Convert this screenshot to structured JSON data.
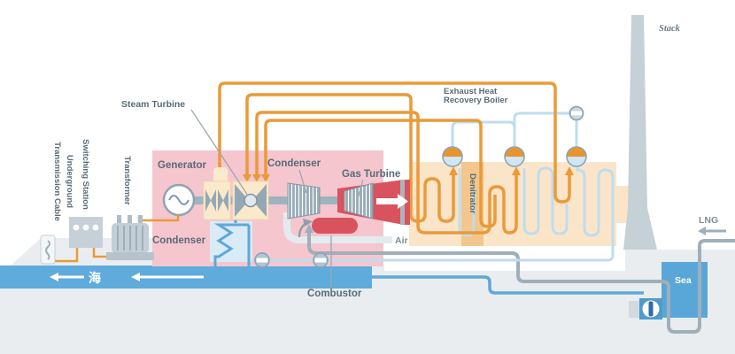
{
  "diagram": {
    "title": "LNG combined-cycle power plant schematic",
    "labels": {
      "steam_turbine": "Steam Turbine",
      "generator": "Generator",
      "condenser_main": "Condenser",
      "condenser_compressor": "Condenser",
      "gas_turbine": "Gas Turbine",
      "combustor": "Combustor",
      "air": "Air",
      "exhaust_line1": "Exhaust Heat",
      "exhaust_line2": "Recovery Boiler",
      "denitrator": "Denitrator",
      "stack": "Stack",
      "lng": "LNG",
      "sea": "Sea",
      "sea_jp": "海",
      "underground_line1": "Underground",
      "underground_line2": "Transmission Cable",
      "switching_station": "Switching Station",
      "transformer": "Transformer"
    },
    "colors": {
      "steam_pipe_orange": "#EB9A38",
      "water_pipe_light_blue": "#BFDCEF",
      "cooling_pipe_blue": "#5FA8D8",
      "sea_blue": "#5FABDC",
      "lng_pipe_gray": "#9FAFBA",
      "air_pipe_white": "#E8EFF2",
      "building_pink": "#F5C6CE",
      "turbine_box_cream": "#FBE9CB",
      "boiler_peach": "#FBE5C9",
      "denitrator_tan": "#F2C68C",
      "gas_turbine_red": "#D9535E",
      "machine_gray": "#97ABB8",
      "stack_gray": "#C5D0D7",
      "ground_gray": "#E9EDF0",
      "label_slate": "#5A6B77"
    }
  }
}
